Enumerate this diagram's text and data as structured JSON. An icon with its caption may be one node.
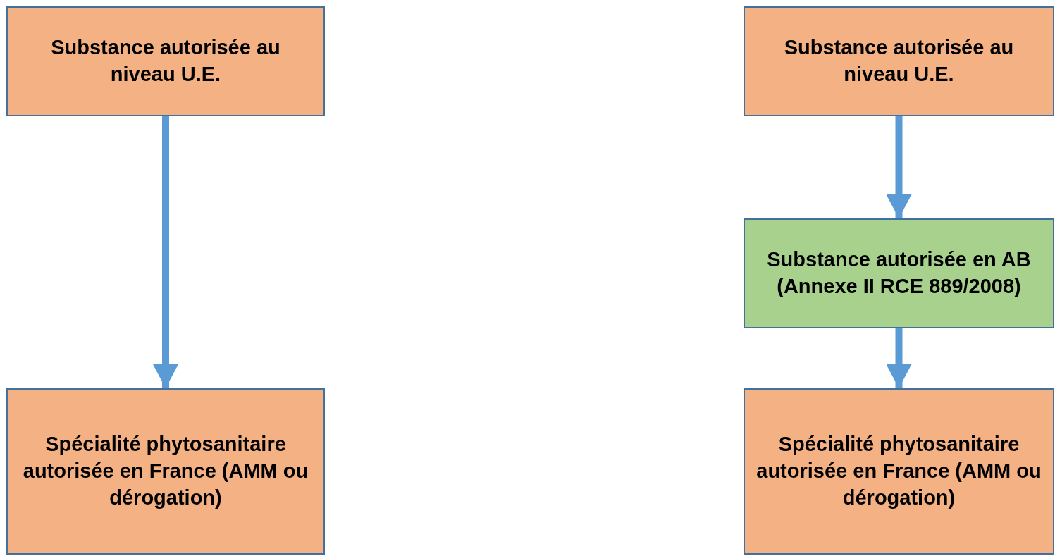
{
  "diagram": {
    "nodes": [
      {
        "text": [
          "Substance autorisée au niveau U.E."
        ]
      },
      {
        "text": [
          "Spécialité phytosanitaire autorisée en France (AMM ou dérogation)"
        ]
      },
      {
        "text": [
          "Substance autorisée au niveau U.E."
        ]
      },
      {
        "text": [
          "Substance autorisée en AB (Annexe II RCE 889/2008)"
        ]
      },
      {
        "text": [
          "Spécialité phytosanitaire autorisée en France (AMM ou dérogation)"
        ]
      }
    ],
    "edges": [
      {
        "from": 0,
        "to": 1,
        "arrow": "to"
      },
      {
        "from": 2,
        "to": 3,
        "arrow": "to"
      },
      {
        "from": 3,
        "to": 4,
        "arrow": "to"
      }
    ]
  }
}
